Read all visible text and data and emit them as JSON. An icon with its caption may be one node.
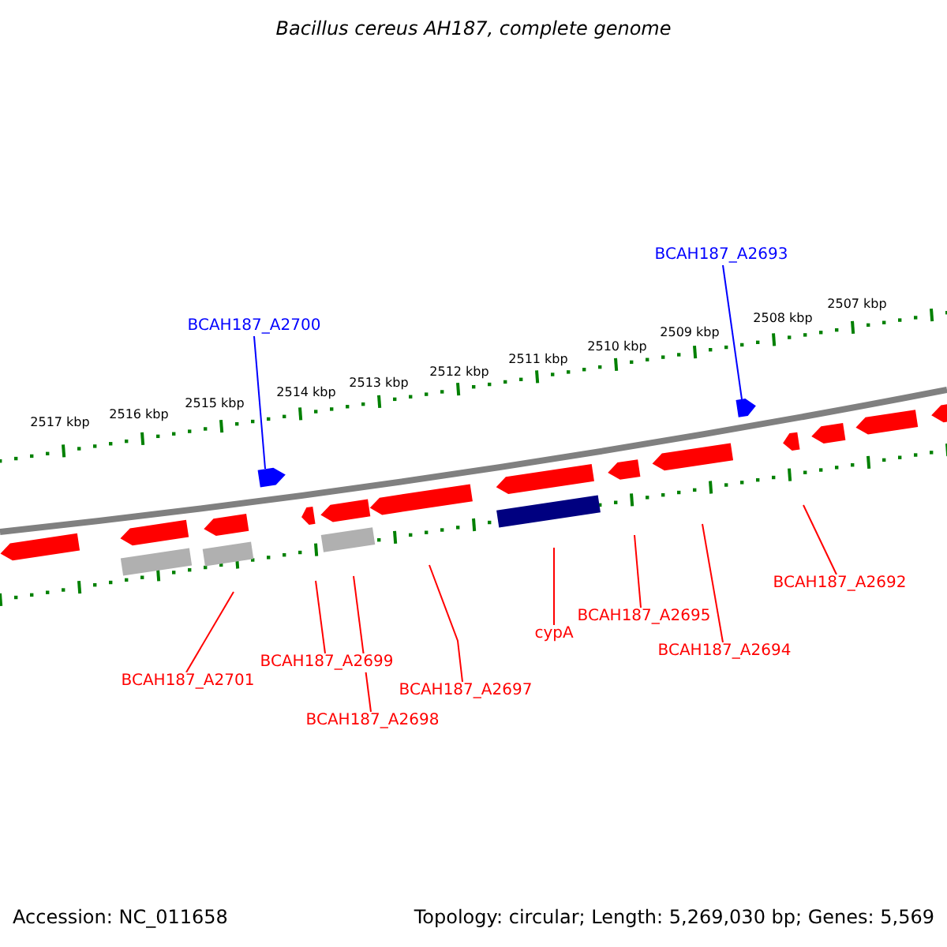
{
  "diagram": {
    "title": "Bacillus cereus AH187, complete genome",
    "nodes": [
      {
        "text": [
          "BCAH187_A2693"
        ]
      },
      {
        "text": [
          "BCAH187_A2700"
        ]
      },
      {
        "text": [
          "BCAH187_A2692"
        ]
      },
      {
        "text": [
          "BCAH187_A2695"
        ]
      },
      {
        "text": [
          "cypA"
        ]
      },
      {
        "text": [
          "BCAH187_A2694"
        ]
      },
      {
        "text": [
          "BCAH187_A2699"
        ]
      },
      {
        "text": [
          "BCAH187_A2701"
        ]
      },
      {
        "text": [
          "BCAH187_A2697"
        ]
      },
      {
        "text": [
          "BCAH187_A2698"
        ]
      },
      {
        "text": [],
        "shape": "arrow"
      },
      {
        "text": [],
        "shape": "arrow"
      }
    ],
    "edges": [
      {
        "from": 0,
        "to": 11,
        "arrow": "none",
        "color": "#0000ff"
      },
      {
        "from": 1,
        "to": 10,
        "arrow": "none",
        "color": "#0000ff"
      },
      {
        "from": 2,
        "to": null,
        "arrow": "none"
      },
      {
        "from": 3,
        "to": null,
        "arrow": "none"
      },
      {
        "from": 4,
        "to": null,
        "arrow": "none"
      },
      {
        "from": 5,
        "to": null,
        "arrow": "none"
      },
      {
        "from": 6,
        "to": null,
        "arrow": "none"
      },
      {
        "from": 7,
        "to": null,
        "arrow": "none"
      },
      {
        "from": 8,
        "to": null,
        "arrow": "none"
      },
      {
        "from": 9,
        "to": null,
        "arrow": "none"
      }
    ],
    "labels": [
      "2517 kbp",
      "2516 kbp",
      "2515 kbp",
      "2514 kbp",
      "2513 kbp",
      "2512 kbp",
      "2511 kbp",
      "2510 kbp",
      "2509 kbp",
      "2508 kbp",
      "2507 kbp",
      "Accession: NC_011658",
      "Topology: circular; Length: 5,269,030 bp; Genes: 5,569"
    ]
  }
}
